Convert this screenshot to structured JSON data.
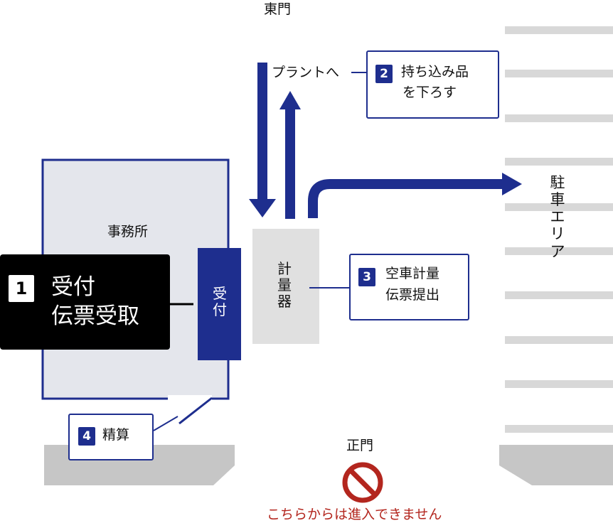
{
  "gates": {
    "east_gate": "東門",
    "main_gate": "正門"
  },
  "labels": {
    "to_plant": "プラントへ",
    "office": "事務所",
    "parking": "駐車エリア",
    "reception_window": "受付",
    "scale": "計量器"
  },
  "steps": [
    {
      "number": "1",
      "line1": "受付",
      "line2": "伝票受取"
    },
    {
      "number": "2",
      "line1": "持ち込み品",
      "line2": "を下ろす"
    },
    {
      "number": "3",
      "line1": "空車計量",
      "line2": "伝票提出"
    },
    {
      "number": "4",
      "line1": "精算"
    }
  ],
  "notice": {
    "no_entry_icon": "no-entry-icon",
    "text": "こちらからは進入できません"
  },
  "colors": {
    "navy": "#1e2e8e",
    "building_fill": "#e4e6ec",
    "road_gray": "#c6c6c6",
    "stripe_gray": "#d8d8d8",
    "warning_red": "#b3261e"
  }
}
